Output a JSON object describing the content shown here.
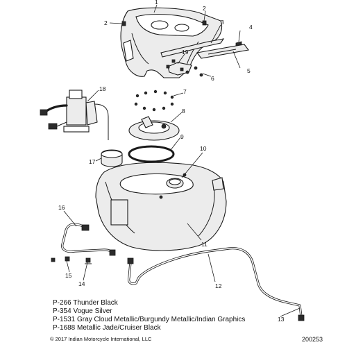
{
  "callouts": {
    "c1": "1",
    "c2a": "2",
    "c2b": "2",
    "c3": "3",
    "c4": "4",
    "c5": "5",
    "c6": "6",
    "c7": "7",
    "c8": "8",
    "c9": "9",
    "c10": "10",
    "c11": "11",
    "c12": "12",
    "c13": "13",
    "c14": "14",
    "c15": "15",
    "c16": "16",
    "c17": "17",
    "c18": "18",
    "c19": "19"
  },
  "color_legend": [
    "P-266 Thunder Black",
    "P-354  Vogue Silver",
    "P-1531 Gray Cloud Metallic/Burgundy Metallic/Indian Graphics",
    "P-1688 Metallic Jade/Cruiser Black"
  ],
  "footer": {
    "copyright": "© 2017 Indian Motorcycle International, LLC",
    "drawing_number": "200253"
  }
}
